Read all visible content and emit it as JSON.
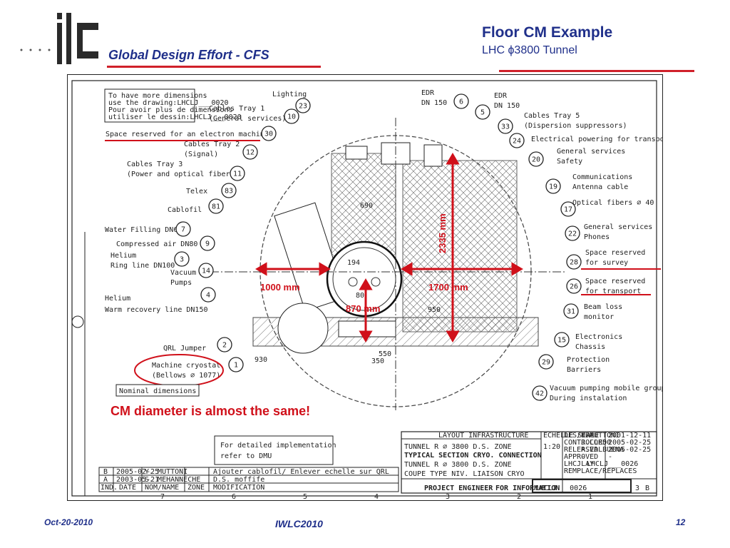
{
  "header": {
    "logo_text": "ilc",
    "subtitle": "Global Design Effort  - CFS",
    "title": "Floor CM Example",
    "subtitle2": "LHC ϕ3800 Tunnel"
  },
  "drawing": {
    "note_box": [
      "To have more dimensions",
      "use the drawing:LHCLJ___0020",
      "Pour avoir plus de dimensions",
      "utiliser le dessin:LHCLJ___0020"
    ],
    "labels": {
      "lighting": "Lighting",
      "cables_tray1": "Cables Tray 1",
      "general_services": "(General services)",
      "space_electron": "Space reserved for an electron machine",
      "cables_tray2": "Cables Tray 2",
      "signal": "(Signal)",
      "cables_tray3": "Cables Tray 3",
      "power_optical": "(Power and optical fibers)",
      "telex": "Telex",
      "cablofil": "Cablofil",
      "water_filling": "Water Filling DN65",
      "compressed_air": "Compressed air DN80",
      "helium": "Helium",
      "ring_line": "Ring line DN100",
      "vacuum": "Vacuum",
      "pumps": "Pumps",
      "helium2": "Helium",
      "warm_recovery": "Warm recovery line DN150",
      "qrl_jumper": "QRL Jumper",
      "machine_cryostat": "Machine cryostat",
      "bellows": "(Bellows ∅ 1077)",
      "nominal_dim": "Nominal dimensions",
      "edr1": "EDR",
      "dn150a": "DN 150",
      "edr2": "EDR",
      "dn150b": "DN 150",
      "cables_tray5": "Cables Tray 5",
      "dispersion": "(Dispersion suppressors)",
      "electrical": "Electrical powering for transport",
      "general_services2": "General services",
      "safety": "Safety",
      "communications": "Communications",
      "antenna": "Antenna cable",
      "optical_fibers": "Optical fibers ∅ 40",
      "general_services3": "General services",
      "phones": "Phones",
      "space_survey": "Space reserved",
      "for_survey": "for survey",
      "space_transport": "Space reserved",
      "for_transport": "for transport",
      "beam_loss": "Beam loss",
      "monitor": "monitor",
      "electronics": "Electronics",
      "chassis": "Chassis",
      "protection": "Protection",
      "barriers": "Barriers",
      "vacuum_pumping": "Vacuum pumping mobile group",
      "during_install": "During instalation",
      "detailed": "For detailed implementation",
      "refer": "refer to DMU",
      "dim_690": "690",
      "dim_194": "194",
      "dim_80": "80",
      "dim_950": "950",
      "dim_930": "930",
      "dim_550": "550",
      "dim_350": "350"
    },
    "balloons": [
      "23",
      "10",
      "30",
      "12",
      "11",
      "83",
      "81",
      "7",
      "9",
      "3",
      "14",
      "4",
      "2",
      "1",
      "6",
      "5",
      "33",
      "24",
      "20",
      "19",
      "17",
      "22",
      "28",
      "26",
      "31",
      "15",
      "29",
      "42"
    ],
    "measurements": {
      "d1000": "1000 mm",
      "d1700": "1700 mm",
      "d870": "870 mm",
      "d2335": "2335 mm"
    },
    "titleblock": {
      "layout": "LAYOUT INFRASTRUCTURE",
      "line1": "TUNNEL R ∅ 3800 D.S. ZONE",
      "line2": "TYPICAL SECTION CRYO. CONNECTION",
      "line3": "TUNNEL R ∅ 3800 D.S. ZONE",
      "line4": "COUPE TYPE NIV. LIAISON CRYO",
      "scale_label": "ECHELLE SCALE",
      "scale": "1:20",
      "drawing_no": "LHCLJ___0026",
      "size": "3",
      "rev": "B",
      "released": "PROJECT ENGINEER",
      "for_info": "FOR INFORMATION",
      "rows": [
        [
          "DES/DRA.",
          "Y.MUTTONI",
          "2001-12-11"
        ],
        [
          "CONTROLLED",
          "J.COR50",
          "2005-02-25"
        ],
        [
          "RELEASED",
          "R.VALBUENA",
          "2005-02-25"
        ],
        [
          "APPROVED",
          "-",
          "-"
        ],
        [
          "LHCJLAY",
          "LHCLJ___0026",
          ""
        ],
        [
          "REMPLACE/REPLACES",
          "",
          ""
        ]
      ]
    },
    "revisions": [
      [
        "B",
        "2005-02-25",
        "Y. MUTTONI",
        "Ajouter cablofil/ Enlever echelle sur QRL"
      ],
      [
        "A",
        "2003-05-21",
        "S. MEHANNECHE",
        "D.S. moffife"
      ],
      [
        "IND.",
        "DATE",
        "NOM/NAME",
        "ZONE",
        "MODIFICATION"
      ]
    ],
    "grid_numbers": [
      "7",
      "6",
      "5",
      "4",
      "3",
      "2",
      "1"
    ]
  },
  "cm_note": "CM diameter is almost the same!",
  "footer": {
    "date": "Oct-20-2010",
    "conference": "IWLC2010",
    "page": "12"
  },
  "colors": {
    "brand_blue": "#1f2f8a",
    "accent_red": "#d0101a"
  }
}
